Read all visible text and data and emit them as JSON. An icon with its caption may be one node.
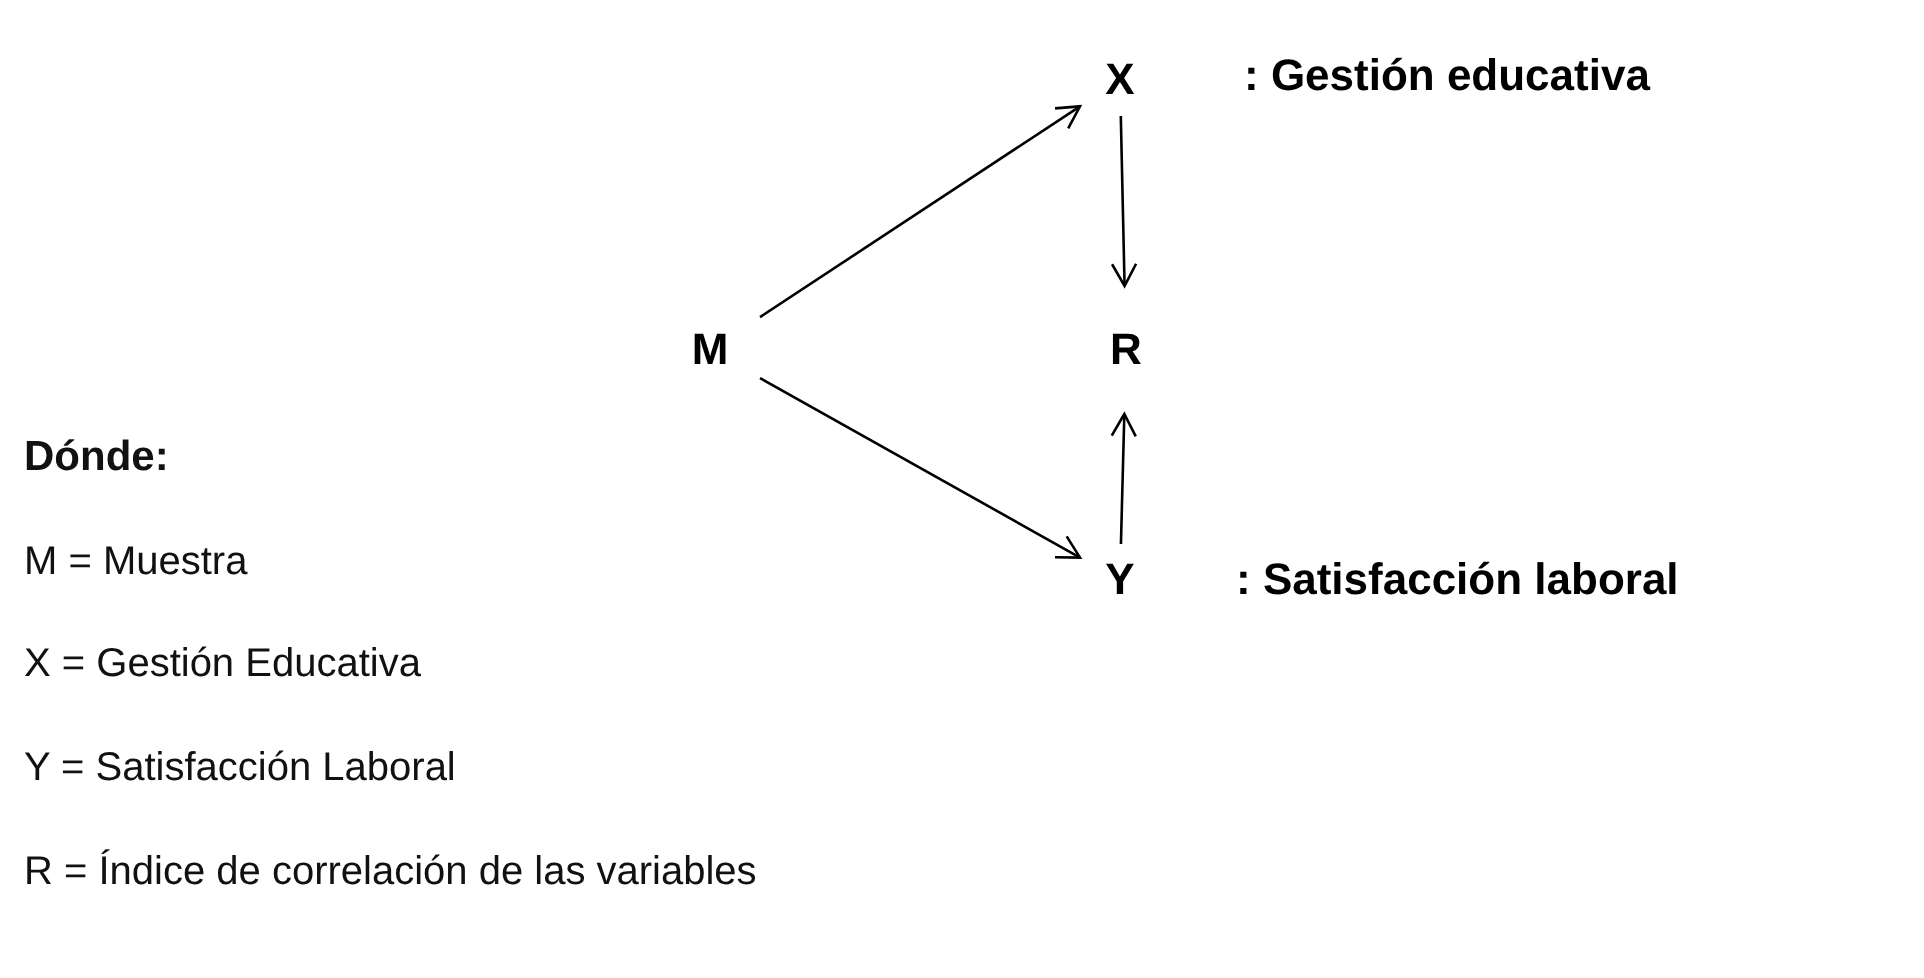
{
  "diagram": {
    "nodes": [
      {
        "text": [
          "M"
        ]
      },
      {
        "text": [
          "X"
        ],
        "beside": [
          ": Gestión educativa"
        ]
      },
      {
        "text": [
          "R"
        ]
      },
      {
        "text": [
          "Y"
        ],
        "beside": [
          ": Satisfacción  laboral"
        ]
      }
    ],
    "edges": [
      {
        "from": 0,
        "to": 1,
        "arrow": "to"
      },
      {
        "from": 0,
        "to": 3,
        "arrow": "to"
      },
      {
        "from": 1,
        "to": 2,
        "arrow": "to"
      },
      {
        "from": 3,
        "to": 2,
        "arrow": "to"
      }
    ],
    "labels": [
      "Dónde:",
      "M = Muestra",
      "X = Gestión Educativa",
      "Y = Satisfacción Laboral",
      "R = Índice de correlación de las variables"
    ]
  }
}
